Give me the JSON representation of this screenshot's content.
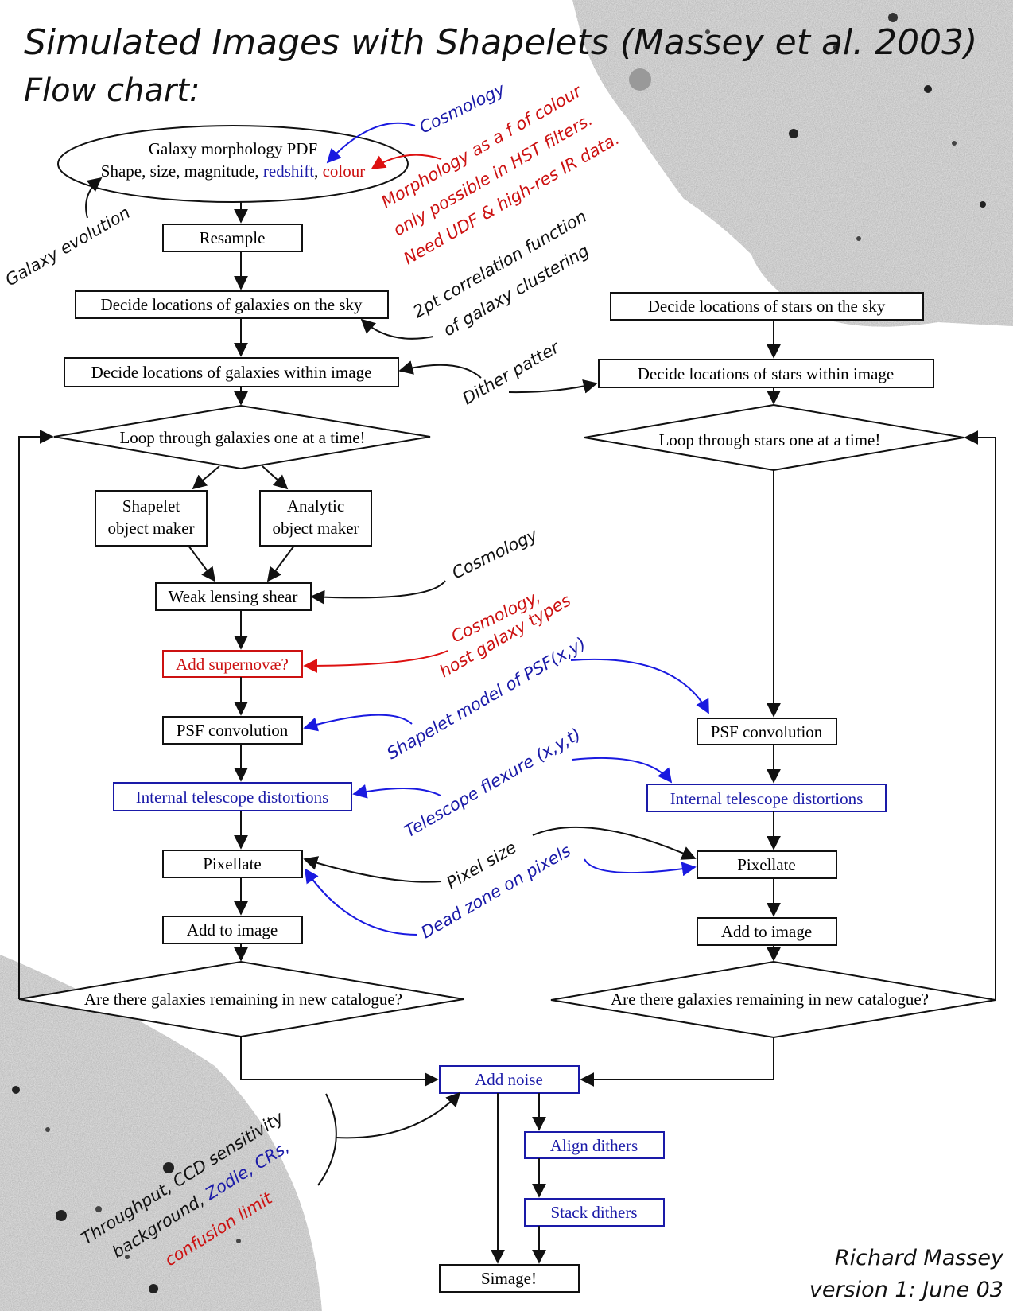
{
  "title": "Simulated Images with Shapelets (Massey et al. 2003)",
  "subtitle": "Flow chart:",
  "author": "Richard Massey",
  "version": "version 1: June 03",
  "colors": {
    "black": "#111111",
    "blue": "#1a1aa8",
    "red": "#cc1111",
    "arrow_blue": "#1a1ae0",
    "arrow_red": "#dd1111"
  },
  "nodes": {
    "pdf_line1": "Galaxy morphology PDF",
    "pdf_shape": "Shape, size, magnitude, ",
    "pdf_redshift": "redshift",
    "pdf_comma": ", ",
    "pdf_colour": "colour",
    "resample": "Resample",
    "gal_loc_sky": "Decide locations of galaxies on the sky",
    "gal_loc_img": "Decide locations of galaxies within image",
    "gal_loop": "Loop through galaxies one at a time!",
    "shapelet_1": "Shapelet",
    "shapelet_2": "object maker",
    "analytic_1": "Analytic",
    "analytic_2": "object maker",
    "weak_lensing": "Weak lensing shear",
    "supernovae": "Add supernovæ?",
    "gal_psf": "PSF convolution",
    "gal_distortions": "Internal telescope distortions",
    "gal_pixellate": "Pixellate",
    "gal_add_image": "Add to image",
    "gal_remaining": "Are there galaxies remaining in new catalogue?",
    "star_loc_sky": "Decide locations of  stars on the sky",
    "star_loc_img": "Decide locations of  stars within image",
    "star_loop": "Loop through stars one at a time!",
    "star_psf": "PSF convolution",
    "star_distortions": "Internal telescope distortions",
    "star_pixellate": "Pixellate",
    "star_add_image": "Add to image",
    "star_remaining": "Are there galaxies remaining in new catalogue?",
    "add_noise": "Add noise",
    "align_dithers": "Align dithers",
    "stack_dithers": "Stack dithers",
    "simage": "Simage!"
  },
  "annotations": {
    "cosmology_top": "Cosmology",
    "morph_1": "Morphology as a f  of colour",
    "morph_2": "only possible in HST filters.",
    "morph_3": "Need UDF & high-res IR data.",
    "galaxy_evolution": "Galaxy evolution",
    "corr_1": "2pt correlation function",
    "corr_2": "of galaxy clustering",
    "dither": "Dither patter",
    "cosmology_mid": "Cosmology",
    "sn_1": "Cosmology,",
    "sn_2": "host galaxy types",
    "shapelet_psf": "Shapelet model of PSF(x,y)",
    "flexure": "Telescope flexure (x,y,t)",
    "pixel_size": "Pixel size",
    "dead_zone": "Dead zone on pixels",
    "noise_1": "Throughput, CCD sensitivity",
    "noise_2a": "background, ",
    "noise_2b": "Zodie, CRs,",
    "noise_3": "confusion limit"
  }
}
